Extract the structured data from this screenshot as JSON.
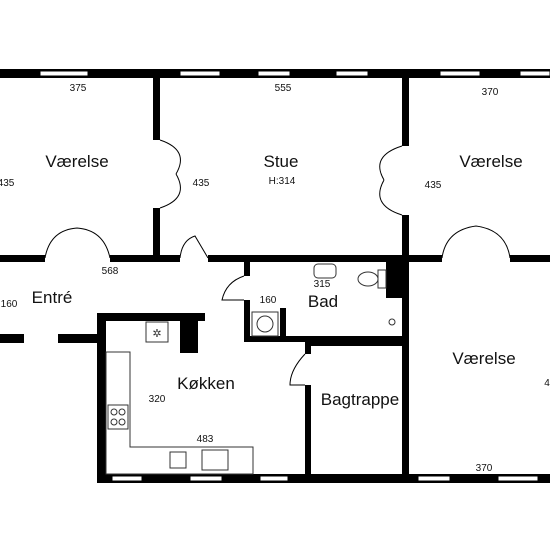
{
  "rooms": {
    "vaerelse_nw": "Værelse",
    "stue": "Stue",
    "stue_height": "H:314",
    "vaerelse_ne": "Værelse",
    "entre": "Entré",
    "bad": "Bad",
    "koekken": "Køkken",
    "bagtrappe": "Bagtrappe",
    "vaerelse_se": "Værelse"
  },
  "dimensions": {
    "top_left_width": "375",
    "top_mid_width": "555",
    "top_right_width": "370",
    "left_room_depth": "435",
    "stue_depth": "435",
    "right_room_depth": "435",
    "entre_width": "568",
    "entre_depth": "160",
    "bad_width": "315",
    "bad_depth": "160",
    "kitchen_depth": "320",
    "kitchen_width": "483",
    "bottom_right_width": "370",
    "right_edge_partial": "4"
  }
}
